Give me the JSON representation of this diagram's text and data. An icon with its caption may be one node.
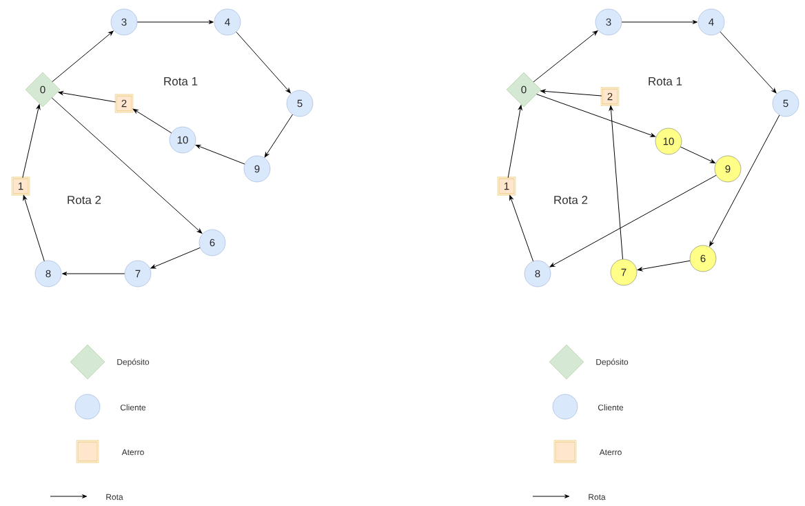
{
  "diagram": {
    "nodes": [
      {
        "text": [
          "0"
        ]
      },
      {
        "text": [
          "1"
        ]
      },
      {
        "text": [
          "2"
        ]
      },
      {
        "text": [
          "3"
        ]
      },
      {
        "text": [
          "4"
        ]
      },
      {
        "text": [
          "5"
        ]
      },
      {
        "text": [
          "6"
        ]
      },
      {
        "text": [
          "7"
        ]
      },
      {
        "text": [
          "8"
        ]
      },
      {
        "text": [
          "9"
        ]
      },
      {
        "text": [
          "10"
        ]
      },
      {
        "text": [
          "0"
        ]
      },
      {
        "text": [
          "1"
        ]
      },
      {
        "text": [
          "2"
        ]
      },
      {
        "text": [
          "3"
        ]
      },
      {
        "text": [
          "4"
        ]
      },
      {
        "text": [
          "5"
        ]
      },
      {
        "text": [
          "6"
        ]
      },
      {
        "text": [
          "7"
        ]
      },
      {
        "text": [
          "8"
        ]
      },
      {
        "text": [
          "9"
        ]
      },
      {
        "text": [
          "10"
        ]
      }
    ],
    "edges": [
      {
        "from": 0,
        "to": 3,
        "arrow": "to"
      },
      {
        "from": 3,
        "to": 4,
        "arrow": "to"
      },
      {
        "from": 4,
        "to": 5,
        "arrow": "to"
      },
      {
        "from": 5,
        "to": 9,
        "arrow": "to"
      },
      {
        "from": 9,
        "to": 10,
        "arrow": "to"
      },
      {
        "from": 10,
        "to": 2,
        "arrow": "to"
      },
      {
        "from": 2,
        "to": 0,
        "arrow": "to"
      },
      {
        "from": 0,
        "to": 6,
        "arrow": "to"
      },
      {
        "from": 6,
        "to": 7,
        "arrow": "to"
      },
      {
        "from": 7,
        "to": 8,
        "arrow": "to"
      },
      {
        "from": 8,
        "to": 1,
        "arrow": "to"
      },
      {
        "from": 1,
        "to": 0,
        "arrow": "to"
      },
      {
        "from": 11,
        "to": 14,
        "arrow": "to"
      },
      {
        "from": 14,
        "to": 15,
        "arrow": "to"
      },
      {
        "from": 15,
        "to": 16,
        "arrow": "to"
      },
      {
        "from": 16,
        "to": 17,
        "arrow": "to"
      },
      {
        "from": 17,
        "to": 18,
        "arrow": "to"
      },
      {
        "from": 18,
        "to": 13,
        "arrow": "to"
      },
      {
        "from": 13,
        "to": 11,
        "arrow": "to"
      },
      {
        "from": 11,
        "to": 21,
        "arrow": "to"
      },
      {
        "from": 21,
        "to": 20,
        "arrow": "to"
      },
      {
        "from": 20,
        "to": 19,
        "arrow": "to"
      },
      {
        "from": 19,
        "to": 12,
        "arrow": "to"
      },
      {
        "from": 12,
        "to": 11,
        "arrow": "to"
      }
    ],
    "labels": [
      "Rota 1",
      "Rota 2",
      "Rota 1",
      "Rota 2"
    ],
    "legend": [
      {
        "text": "Depósito"
      },
      {
        "text": "Cliente"
      },
      {
        "text": "Aterro"
      },
      {
        "text": "Rota"
      },
      {
        "text": "Depósito"
      },
      {
        "text": "Cliente"
      },
      {
        "text": "Aterro"
      },
      {
        "text": "Rota"
      }
    ]
  }
}
